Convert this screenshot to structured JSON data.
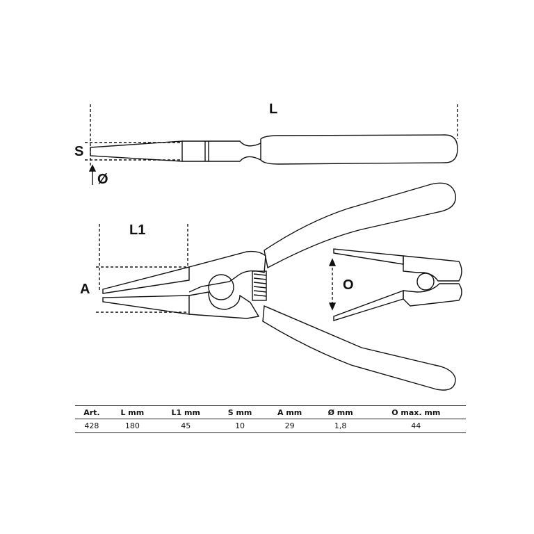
{
  "labels": {
    "L": "L",
    "S": "S",
    "diameter": "Ø",
    "L1": "L1",
    "A": "A",
    "O": "O"
  },
  "table": {
    "headers": [
      "Art.",
      "L  mm",
      "L1  mm",
      "S  mm",
      "A  mm",
      "Ø  mm",
      "O  max. mm"
    ],
    "rows": [
      [
        "428",
        "180",
        "45",
        "10",
        "29",
        "1,8",
        "44"
      ]
    ]
  }
}
